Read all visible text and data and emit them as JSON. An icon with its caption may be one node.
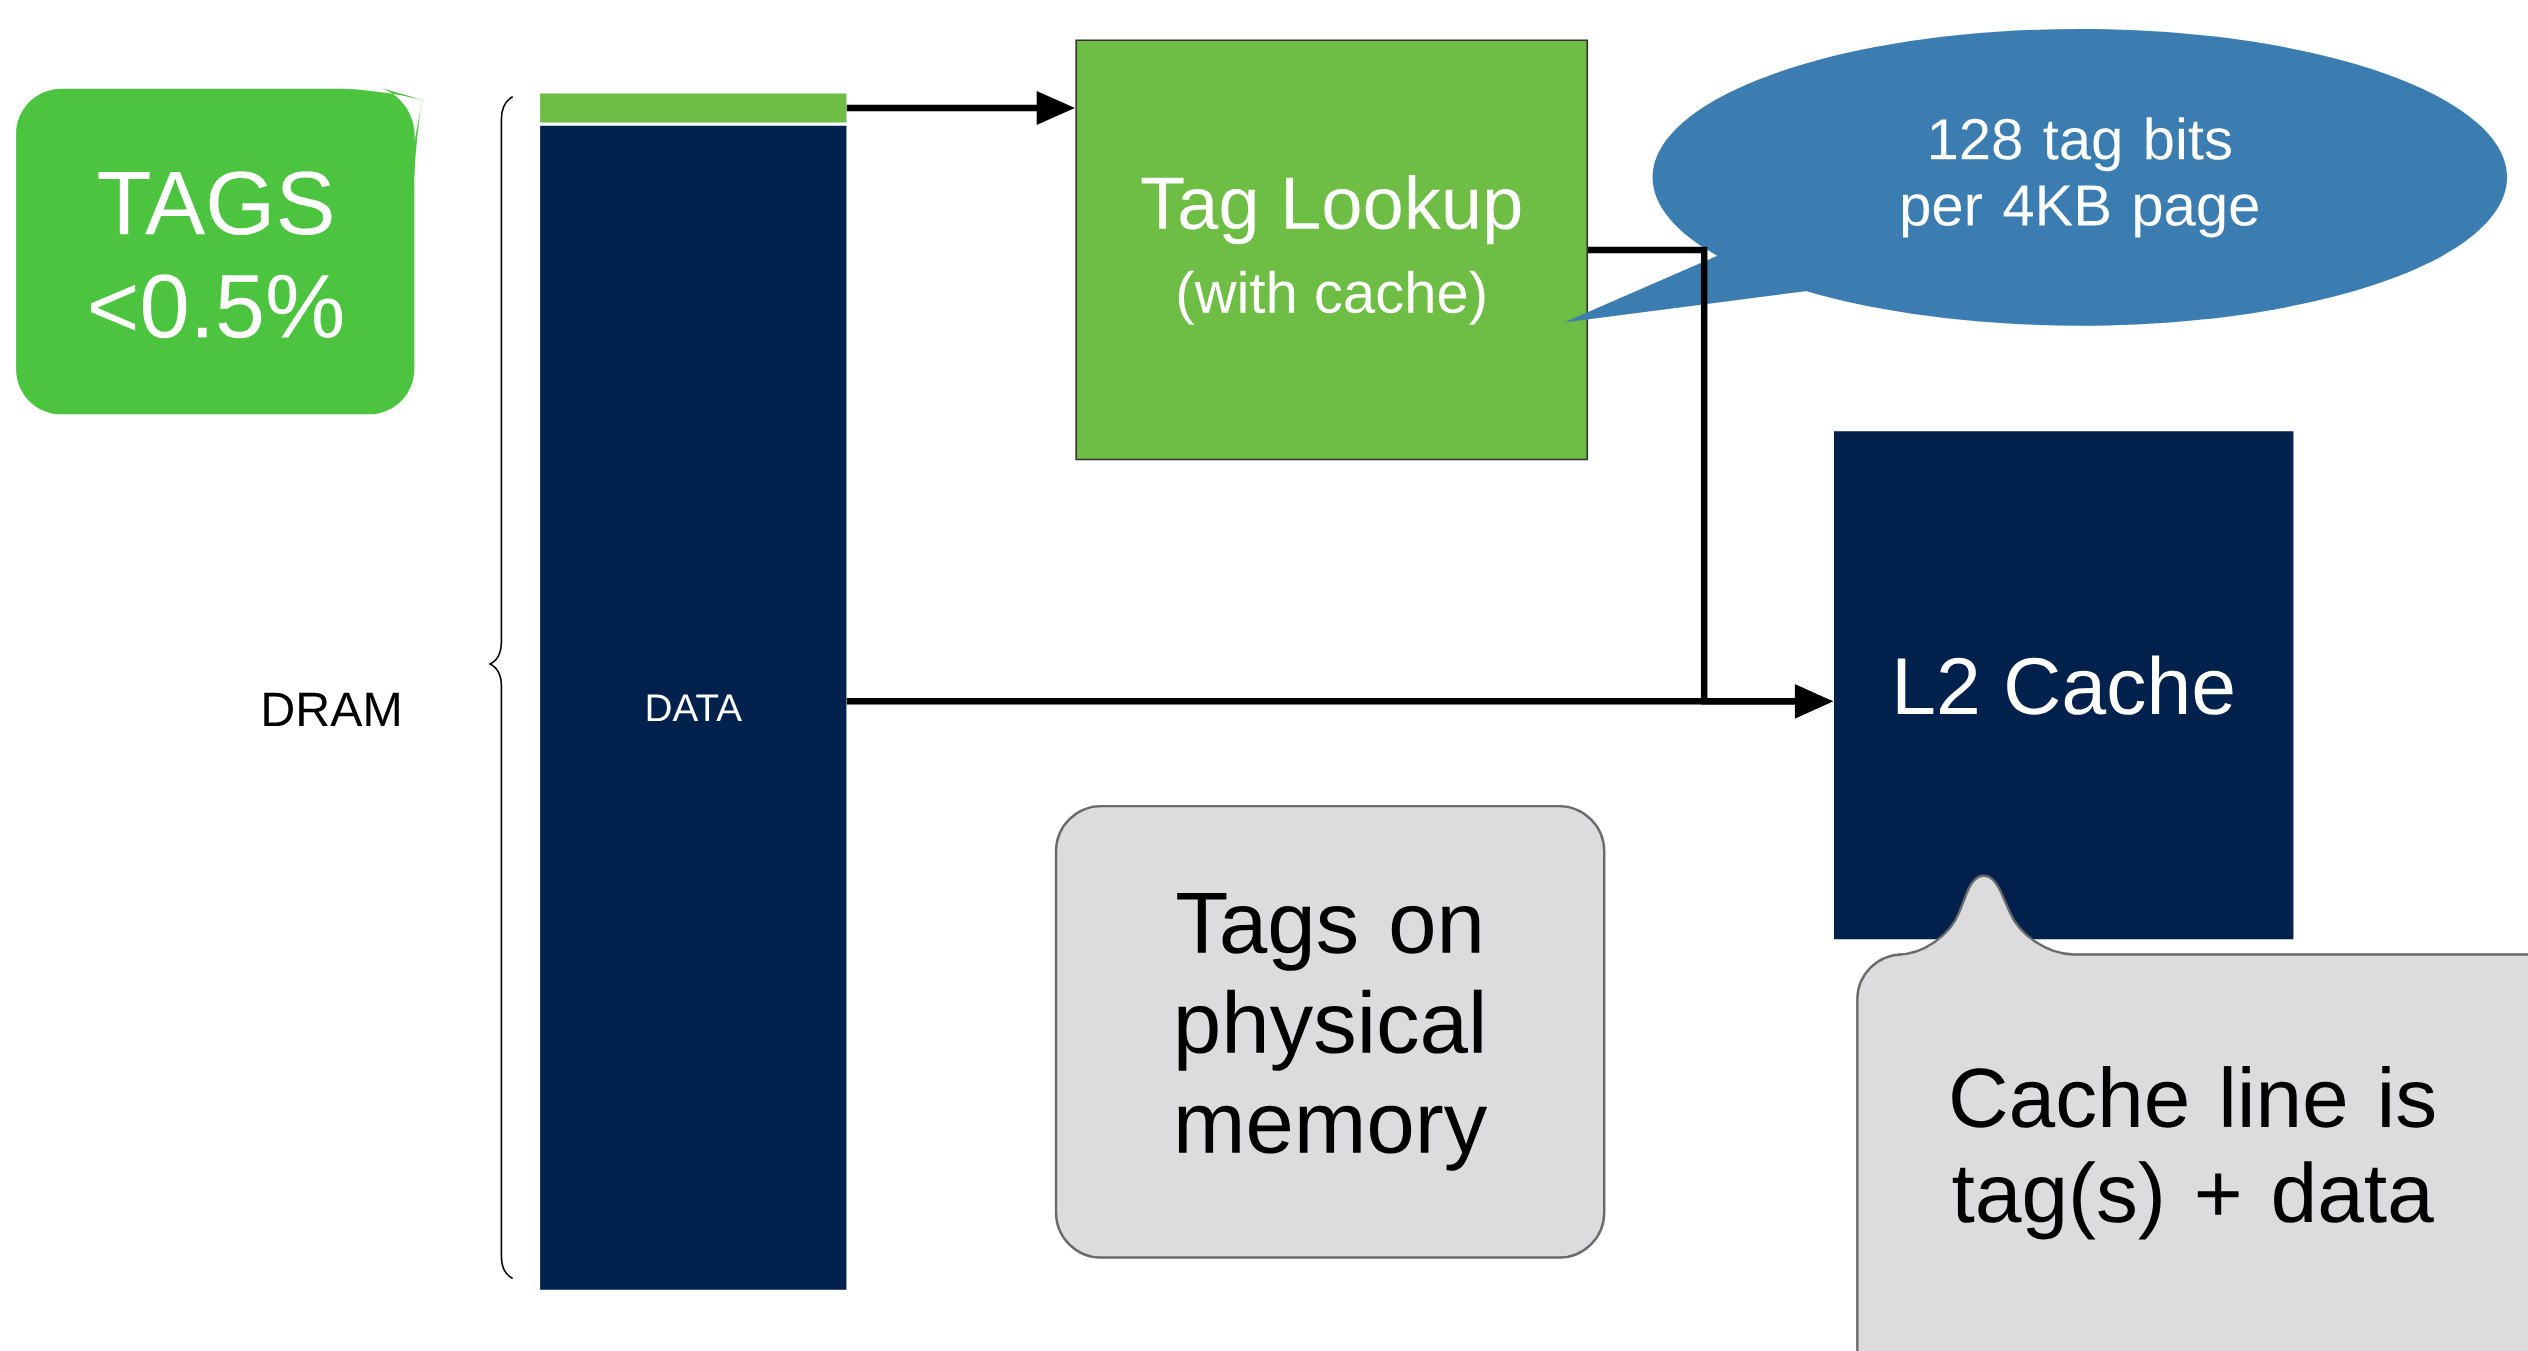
{
  "diagram": {
    "nodes": [
      {
        "text": [
          "TAGS <0.5%"
        ]
      },
      {
        "text": [],
        "shape": "bar"
      },
      {
        "text": [
          "DATA"
        ]
      },
      {
        "text": [
          "Tag Lookup",
          "(with cache)"
        ]
      },
      {
        "text": [
          "128 tag bits per 4KB page"
        ]
      },
      {
        "text": [
          "L2 Cache"
        ]
      },
      {
        "text": [
          "Tags on physical memory"
        ]
      },
      {
        "text": [
          "Cache line is tag(s) + data"
        ]
      }
    ],
    "edges": [
      {
        "from": 1,
        "to": 3,
        "arrow": "to"
      },
      {
        "from": 3,
        "to": 5,
        "arrow": "to"
      },
      {
        "from": 2,
        "to": 5,
        "arrow": "to"
      }
    ],
    "labels": [
      "DRAM"
    ]
  }
}
